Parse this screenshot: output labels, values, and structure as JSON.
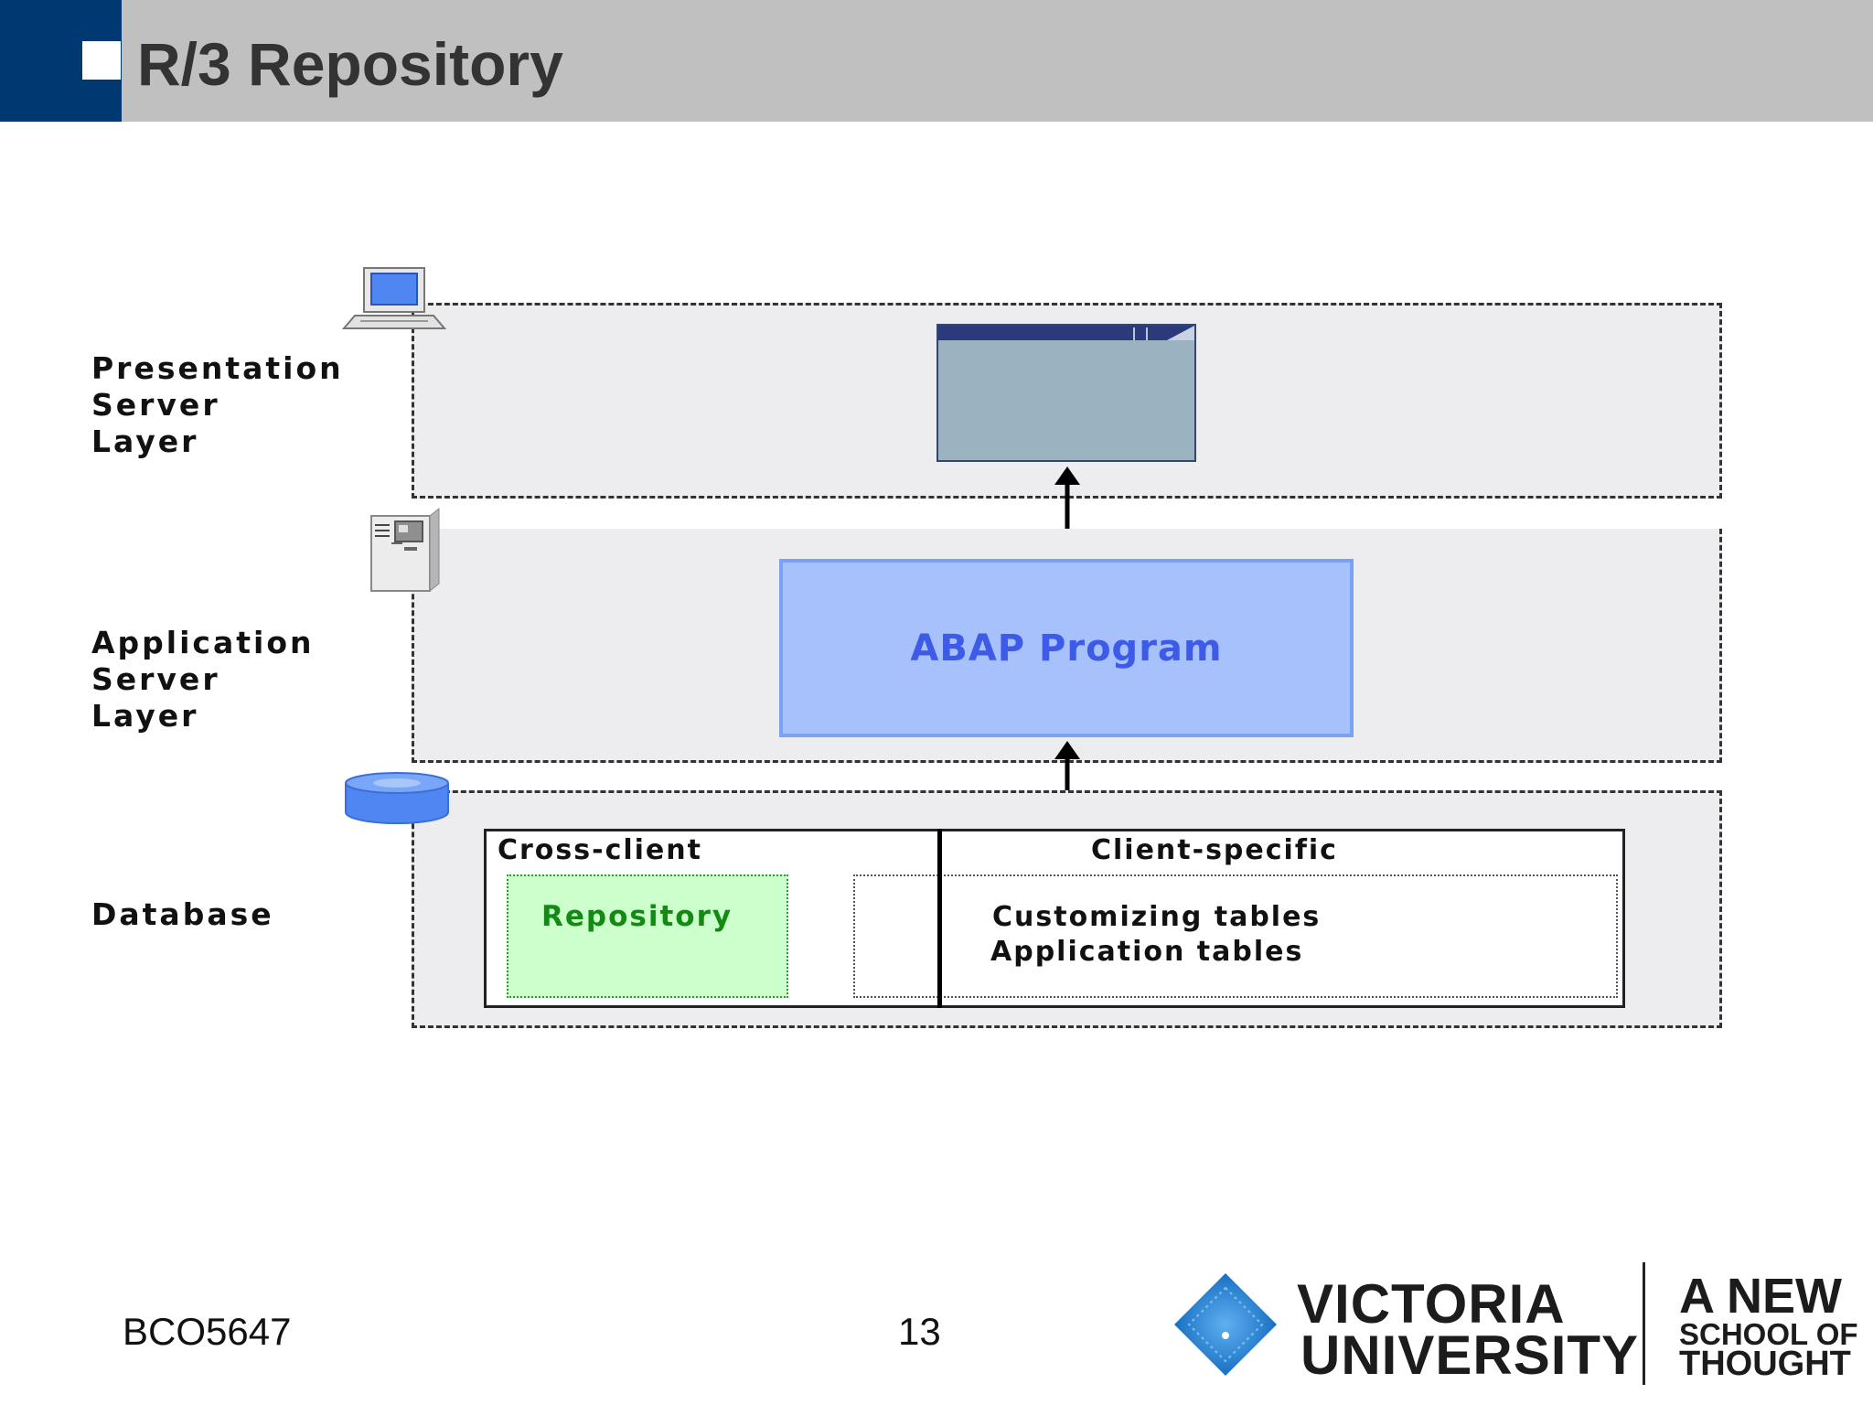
{
  "slide": {
    "title": "R/3 Repository"
  },
  "layers": {
    "presentation": {
      "label": "Presentation\nServer\nLayer"
    },
    "application": {
      "label": "Application\nServer\nLayer",
      "program_label": "ABAP Program"
    },
    "database": {
      "label": "Database",
      "cross_client_header": "Cross-client",
      "client_specific_header": "Client-specific",
      "repository_label": "Repository",
      "client_lines": [
        "Customizing tables",
        "Application tables"
      ]
    }
  },
  "footer": {
    "course_code": "BCO5647",
    "page_number": "13",
    "logo_line1": "VICTORIA",
    "logo_line2": "UNIVERSITY",
    "slogan_line1": "A NEW",
    "slogan_line2": "SCHOOL OF",
    "slogan_line3": "THOUGHT"
  },
  "colors": {
    "title_accent": "#003872",
    "title_bar": "#c0c0c0",
    "abap_fill": "#a6c1fc",
    "repository_fill": "#ccffcc",
    "logo_blue": "#1a7fd4"
  },
  "icons": [
    "workstation-icon",
    "server-icon",
    "database-cylinder-icon",
    "victoria-diamond-logo-icon"
  ]
}
